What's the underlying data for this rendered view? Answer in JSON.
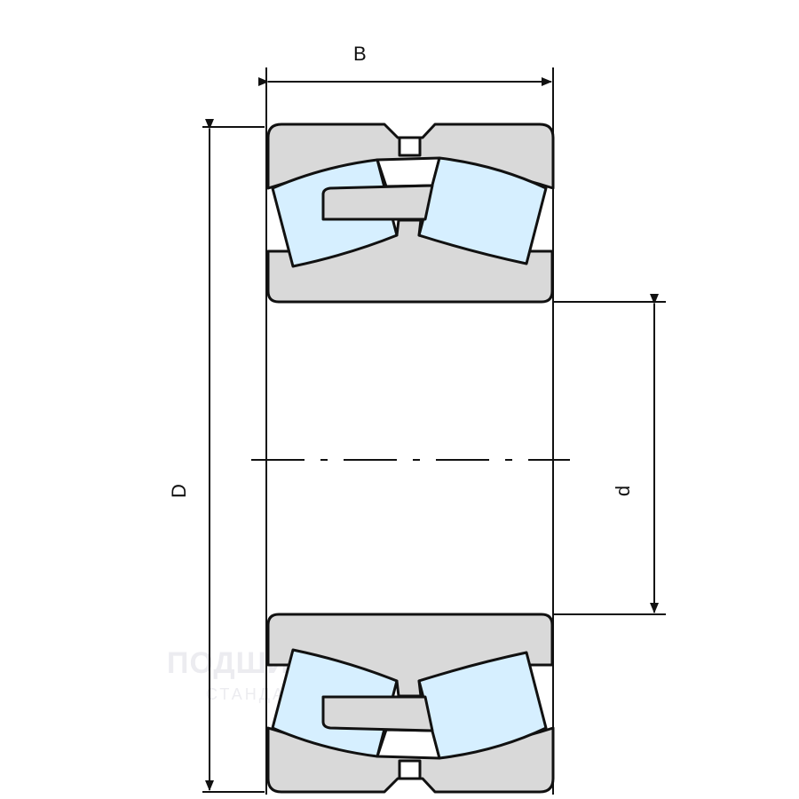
{
  "diagram": {
    "title": "Spherical roller bearing dimensions",
    "labels": {
      "width": "B",
      "outer_diameter": "D",
      "bore_diameter": "d"
    },
    "colors": {
      "ring": "#d9d9d9",
      "roller": "#d6efff",
      "stroke": "#111111"
    }
  },
  "watermark": {
    "line1": "ПОДШИПНИК",
    "line2": "СТАНДАРТ"
  }
}
